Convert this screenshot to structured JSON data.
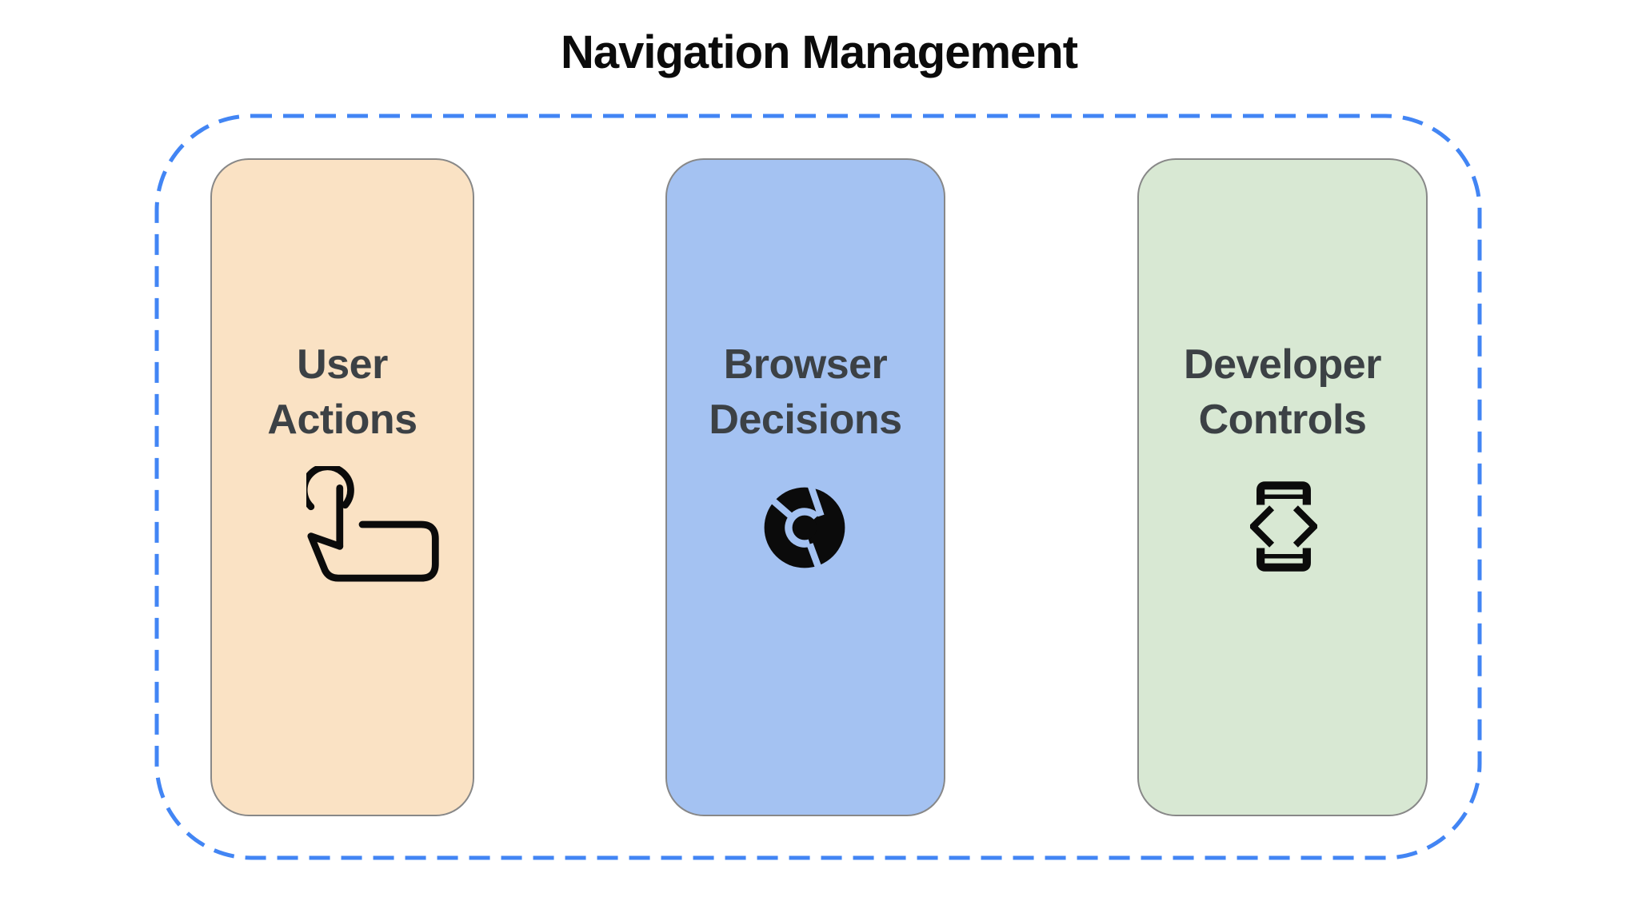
{
  "title": "Navigation Management",
  "colors": {
    "boundary_dash": "#4285F4",
    "card_border": "#888888",
    "label_text": "#3C4145",
    "title_text": "#0B0B0B",
    "icon_ink": "#0B0B0B",
    "card_user_actions_bg": "#FAE2C4",
    "card_browser_decisions_bg": "#A4C2F2",
    "card_developer_controls_bg": "#D8E8D3"
  },
  "cards": [
    {
      "id": "user-actions",
      "label_line1": "User",
      "label_line2": "Actions",
      "icon": "touch-gesture-icon"
    },
    {
      "id": "browser-decisions",
      "label_line1": "Browser",
      "label_line2": "Decisions",
      "icon": "chrome-browser-icon"
    },
    {
      "id": "developer-controls",
      "label_line1": "Developer",
      "label_line2": "Controls",
      "icon": "developer-mode-icon"
    }
  ]
}
